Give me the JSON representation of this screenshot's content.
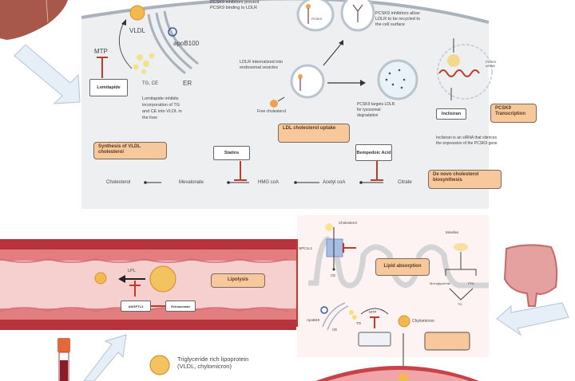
{
  "liver_panel": {
    "vldl_label": "VLDL",
    "apob100_label": "apoB100",
    "mtp_label": "MTP",
    "tg_ce_label": "TG, CE",
    "er_label": "ER",
    "lomitapide_box": "Lomitapide",
    "lomitapide_note": "Lomitapide inhibits incorporation of TG and CE into VLDL in the liver",
    "synthesis_vldl_box": "Synthesis of VLDL cholesterol",
    "pcsk9_prevent_note": "PCSK9 inhibitors prevent PCSK9 binding to LDLR",
    "pcsk9_receptor_label": "PCSK9",
    "pcsk9_recycle_note": "PCSK9 inhibitors allow LDLR to be recycled to the cell surface",
    "ldlr_internalized_note": "LDLR internalized into endosomal vesicles",
    "free_cholesterol_label": "Free cholesterol",
    "ldl_uptake_box": "LDL cholesterol uptake",
    "pcsk9_targets_note": "PCSK9 targets LDLR for lysosomal degradation",
    "pcsk9_mrna_label": "PCSK9 mRNA",
    "inclisiran_box": "Inclisiran",
    "inclisiran_note": "Inclisiran is an siRNA that silences the expression of the PCSK9 gene",
    "pcsk9_transcription_box": "PCSK9 Transcription",
    "statins_box": "Statins",
    "bempedoic_box": "Bempedoic Acid",
    "de_novo_box": "De novo cholesterol biosynthesis",
    "pathway": [
      "Cholesterol",
      "Mevalonate",
      "HMG coA",
      "Acetyl coA",
      "Citrate"
    ]
  },
  "vessel_panel": {
    "lpl_label": "LPL",
    "angptl3_box": "ANGPTL3",
    "evinacumab_box": "Evinacumab",
    "lipolysis_box": "Lipolysis"
  },
  "legend": {
    "trl_label": "Triglyceride rich lipoprotein (VLDL, chylomicron)"
  },
  "intestine_panel": {
    "cholesterol_label": "Cholesterol",
    "npc1l1_label": "NPC1L1",
    "ce_label": "CE",
    "micelles_label": "Micelles",
    "lipid_absorption_box": "Lipid absorption",
    "monoglyceride_label": "Monoglyceride",
    "ffa_label": "FFA",
    "tg_label": "TG",
    "apob48_label": "ApoB48",
    "ce2_label": "CE",
    "tg2_label": "TG",
    "mtp_label": "MTP",
    "chylomicron_label": "Chylomicron"
  },
  "colors": {
    "panel_bg": "#eeeff1",
    "membrane": "#a9b1bb",
    "orange_box": "#f6c89c",
    "inhibit_red": "#c0392b",
    "vessel_dark": "#b7323a",
    "vessel_mid": "#e27e80",
    "vessel_lumen": "#f6cfcf",
    "arrow_fill": "#e6eef7",
    "liver": "#a8584a"
  }
}
